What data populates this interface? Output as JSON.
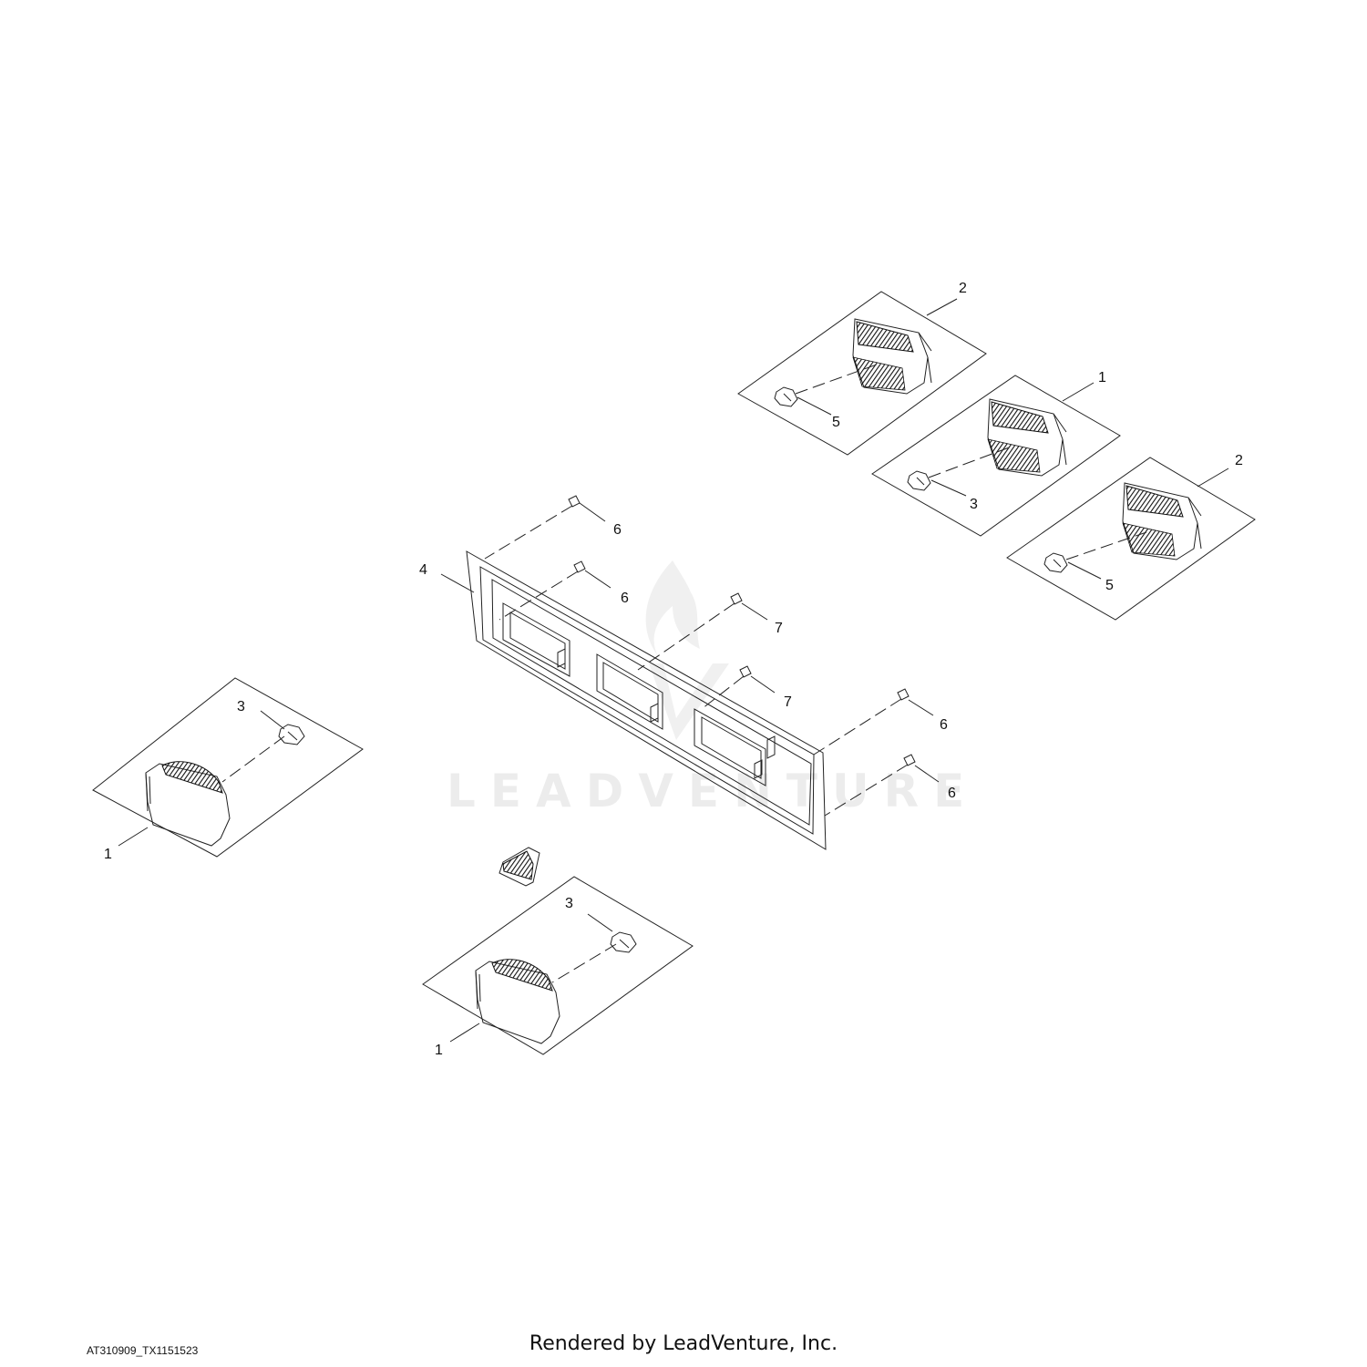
{
  "footer": {
    "diagram_id": "AT310909_TX1151523",
    "render_credit": "Rendered by LeadVenture, Inc."
  },
  "watermark": {
    "text": "LEADVENTURE"
  },
  "callouts": [
    {
      "id": "c2a",
      "label": "2"
    },
    {
      "id": "c5a",
      "label": "5"
    },
    {
      "id": "c1a",
      "label": "1"
    },
    {
      "id": "c3a",
      "label": "3"
    },
    {
      "id": "c2b",
      "label": "2"
    },
    {
      "id": "c5b",
      "label": "5"
    },
    {
      "id": "c6a",
      "label": "6"
    },
    {
      "id": "c6b",
      "label": "6"
    },
    {
      "id": "c4",
      "label": "4"
    },
    {
      "id": "c7a",
      "label": "7"
    },
    {
      "id": "c7b",
      "label": "7"
    },
    {
      "id": "c6c",
      "label": "6"
    },
    {
      "id": "c6d",
      "label": "6"
    },
    {
      "id": "c3b",
      "label": "3"
    },
    {
      "id": "c1b",
      "label": "1"
    },
    {
      "id": "c3c",
      "label": "3"
    },
    {
      "id": "c1c",
      "label": "1"
    }
  ]
}
